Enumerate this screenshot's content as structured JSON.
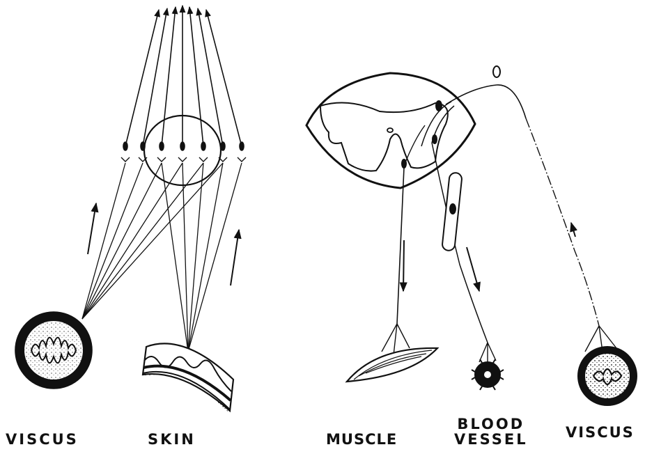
{
  "labels": {
    "viscus_left": "VISCUS",
    "skin": "SKIN",
    "muscle": "MUSCLE",
    "blood_line1": "BLOOD",
    "blood_line2": "VESSEL",
    "viscus_right": "VISCUS"
  },
  "colors": {
    "ink": "#111111",
    "paper": "#ffffff"
  }
}
